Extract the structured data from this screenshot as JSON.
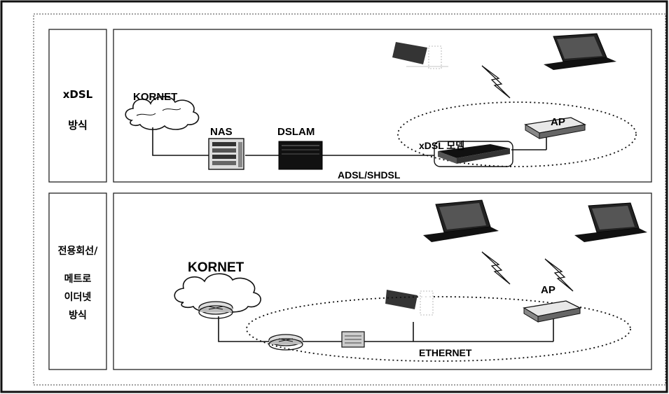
{
  "panels": [
    {
      "id": "xdsl",
      "label_lines": [
        "xDSL",
        "방식"
      ],
      "labels": {
        "kornet": "KORNET",
        "nas": "NAS",
        "dslam": "DSLAM",
        "modem": "xDSL 모뎀",
        "ap": "AP",
        "line": "ADSL/SHDSL"
      }
    },
    {
      "id": "leased",
      "label_lines": [
        "전용회선/",
        "메트로",
        "이더넷",
        "방식"
      ],
      "labels": {
        "kornet": "KORNET",
        "ap": "AP",
        "line": "ETHERNET"
      }
    }
  ]
}
